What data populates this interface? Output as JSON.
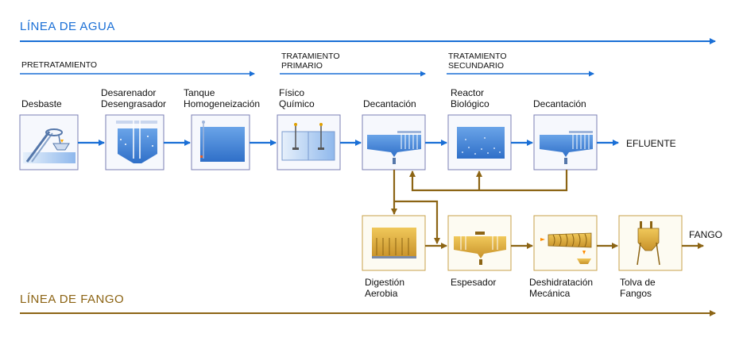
{
  "water_line": {
    "title": "LÍNEA DE AGUA",
    "color": "#1a6fd6"
  },
  "sludge_line": {
    "title": "LÍNEA DE FANGO",
    "color": "#8c6414"
  },
  "phases": [
    {
      "label": "PRETRATAMIENTO"
    },
    {
      "label": "TRATAMIENTO\nPRIMARIO"
    },
    {
      "label": "TRATAMIENTO\nSECUNDARIO"
    }
  ],
  "water_stages": [
    {
      "label": "Desbaste",
      "icon": "screening-icon"
    },
    {
      "label": "Desarenador\nDesengrasador",
      "icon": "grit-removal-icon"
    },
    {
      "label": "Tanque\nHomogeneización",
      "icon": "homogenization-tank-icon"
    },
    {
      "label": "Físico\nQuímico",
      "icon": "physicochemical-icon"
    },
    {
      "label": "Decantación",
      "icon": "primary-clarifier-icon"
    },
    {
      "label": "Reactor\nBiológico",
      "icon": "bioreactor-icon"
    },
    {
      "label": "Decantación",
      "icon": "secondary-clarifier-icon"
    }
  ],
  "water_output": "EFLUENTE",
  "sludge_stages": [
    {
      "label": "Digestión\nAerobia",
      "icon": "digester-icon"
    },
    {
      "label": "Espesador",
      "icon": "thickener-icon"
    },
    {
      "label": "Deshidratación\nMecánica",
      "icon": "screw-press-icon"
    },
    {
      "label": "Tolva de\nFangos",
      "icon": "sludge-hopper-icon"
    }
  ],
  "sludge_output": "FANGO"
}
